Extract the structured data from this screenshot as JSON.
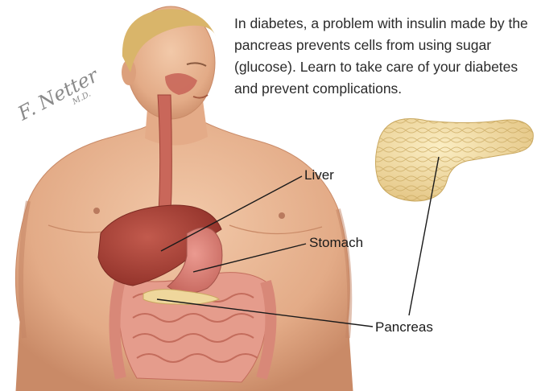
{
  "description": {
    "text": "In diabetes, a problem with insulin made by the pancreas prevents cells from using sugar (glucose). Learn to take care of your diabetes and prevent complications."
  },
  "labels": {
    "liver": "Liver",
    "stomach": "Stomach",
    "pancreas": "Pancreas"
  },
  "signature": {
    "text": "F. Netter M.D."
  },
  "colors": {
    "skin": "#e9b896",
    "skin_shadow": "#c98a67",
    "hair": "#d9b56a",
    "esophagus": "#c9675a",
    "liver": "#a83f34",
    "stomach": "#d97b72",
    "intestine": "#e59c8c",
    "pancreas": "#efd79c",
    "text": "#2b2b2b"
  }
}
